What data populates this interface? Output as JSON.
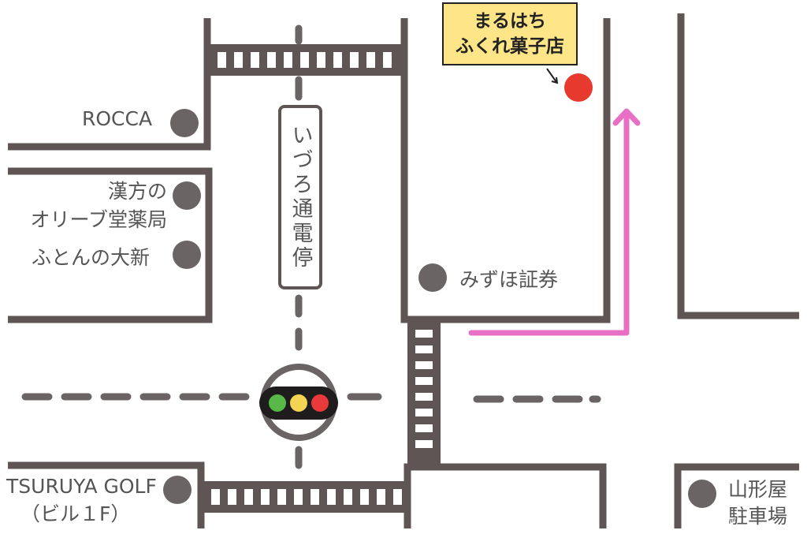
{
  "map": {
    "callout": {
      "line1": "まるはち",
      "line2": "ふくれ菓子店"
    },
    "tram_stop": "いづろ通電停",
    "landmarks": {
      "rocca": "ROCCA",
      "kampo_line1": "漢方の",
      "kampo_line2": "オリーブ堂薬局",
      "futon": "ふとんの大新",
      "mizuho": "みずほ証券",
      "tsuruya_line1": "TSURUYA GOLF",
      "tsuruya_line2": "（ビル１F）",
      "yamagataya_line1": "山形屋",
      "yamagataya_line2": "駐車場"
    },
    "colors": {
      "road": "#5f5555",
      "marker": "#6a6464",
      "destination": "#e8392e",
      "route": "#e870c4",
      "callout_bg": "#fde588",
      "light_green": "#58b848",
      "light_yellow": "#f4d452",
      "light_red": "#e83a3a"
    }
  }
}
